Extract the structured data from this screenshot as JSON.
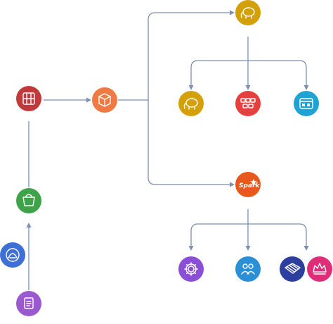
{
  "diagram": {
    "nodes": [
      {
        "id": "source-file",
        "icon": "document-icon",
        "color": "#9b59d0"
      },
      {
        "id": "stream",
        "icon": "stream-icon",
        "color": "#3d6fd4"
      },
      {
        "id": "bucket",
        "icon": "bucket-icon",
        "color": "#3fa34a"
      },
      {
        "id": "ingest",
        "icon": "pipeline-icon",
        "color": "#c0393b"
      },
      {
        "id": "storage",
        "icon": "storage-box-icon",
        "color": "#ef7a43"
      },
      {
        "id": "hadoop-top",
        "icon": "elephant-icon",
        "color": "#d4a00a"
      },
      {
        "id": "hadoop",
        "icon": "elephant-icon",
        "color": "#d4a00a"
      },
      {
        "id": "cluster",
        "icon": "cluster-icon",
        "color": "#e5403e"
      },
      {
        "id": "window",
        "icon": "window-icon",
        "color": "#1fa3d4"
      },
      {
        "id": "spark",
        "icon": "spark-icon",
        "label": "Spark",
        "color": "#e8581d"
      },
      {
        "id": "settings",
        "icon": "gear-icon",
        "color": "#8a4fd6"
      },
      {
        "id": "users",
        "icon": "users-icon",
        "color": "#2b8fd6"
      },
      {
        "id": "panel",
        "icon": "panel-icon",
        "color": "#2c3e9e"
      },
      {
        "id": "crown",
        "icon": "crown-icon",
        "color": "#e02d78"
      }
    ]
  }
}
